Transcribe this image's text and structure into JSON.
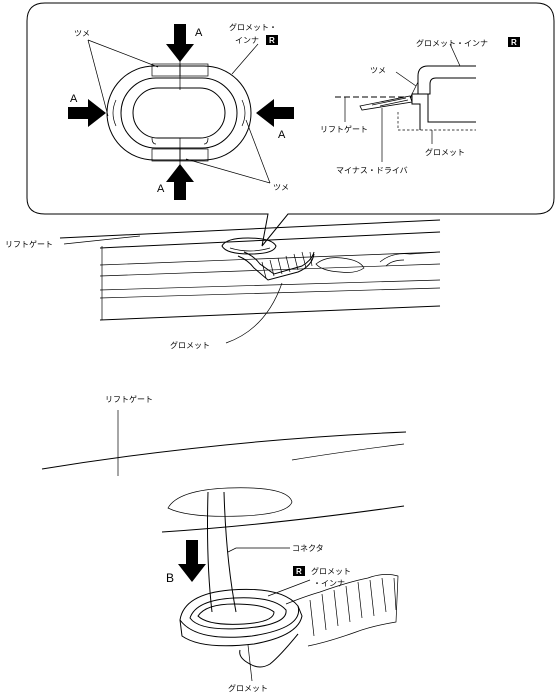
{
  "detail_box": {
    "labels": {
      "tsume_left": "ツメ",
      "grommet_inner_top_1": "グロメット・",
      "grommet_inner_top_2": "インナ",
      "grommet_inner_right": "グロメット・インナ",
      "tsume_right_top": "ツメ",
      "liftgate_detail": "リフトゲート",
      "grommet_detail": "グロメット",
      "minus_driver": "マイナス・ドライバ",
      "tsume_bottom": "ツメ"
    },
    "direction_marks": {
      "a_top": "A",
      "a_left": "A",
      "a_right": "A",
      "a_bottom": "A"
    },
    "badge": "R"
  },
  "middle_view": {
    "liftgate": "リフトゲート",
    "grommet": "グロメット"
  },
  "bottom_view": {
    "liftgate": "リフトゲート",
    "connector": "コネクタ",
    "grommet_inner_1": "グロメット",
    "grommet_inner_2": "・インナ",
    "grommet": "グロメット",
    "direction_b": "B",
    "badge": "R"
  }
}
